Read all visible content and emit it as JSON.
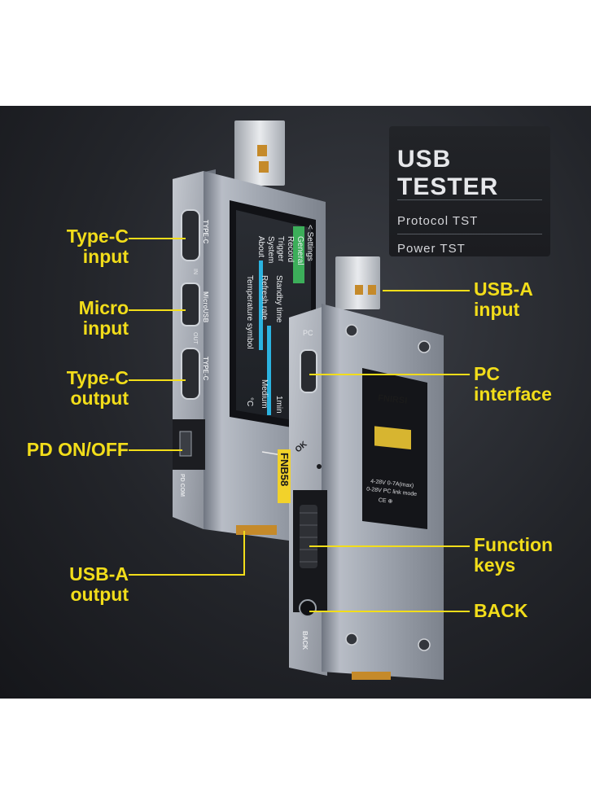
{
  "panel": {
    "title": "USB TESTER",
    "line1": "Protocol TST",
    "line2": "Power TST"
  },
  "callouts": {
    "typec_input": "Type-C\ninput",
    "micro_input": "Micro\ninput",
    "typec_output": "Type-C\noutput",
    "pd_onoff": "PD ON/OFF",
    "usba_output": "USB-A\noutput",
    "usba_input": "USB-A\ninput",
    "pc_interface": "PC\ninterface",
    "function_keys": "Function\nkeys",
    "back": "BACK"
  },
  "device_front": {
    "brand": "FNB58",
    "port_label_1": "TYPE-C",
    "port_label_2": "MicroUSB",
    "port_label_3": "TYPE-C",
    "in_label": "IN",
    "out_label": "OUT",
    "switch_label": "PD COM",
    "screen": {
      "header": "< Settings",
      "menu": [
        "General",
        "Record",
        "Trigger",
        "System",
        "About"
      ],
      "options": [
        "Standby time",
        "Refresh rate",
        "Temperature symbol"
      ],
      "values": [
        "1min",
        "Medium",
        "°C"
      ]
    }
  },
  "device_back": {
    "brand": "FNIRSI",
    "spec_line1": "4-28V 0-7A(max)",
    "spec_line2": "0-28V PC link mode",
    "cert": "CE ⊕",
    "pc_label": "PC",
    "ok_label": "OK",
    "back_label": "BACK"
  },
  "colors": {
    "callout": "#f2dd1a",
    "background": "#23252a",
    "body_metal": "#9aa0ab",
    "screen_accent": "#2bb3e0",
    "menu_green": "#3cae5a"
  }
}
